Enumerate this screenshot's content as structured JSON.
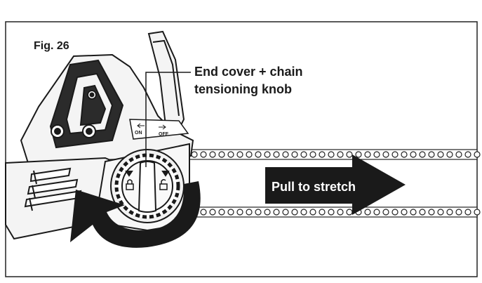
{
  "figure": {
    "label": "Fig. 26",
    "callout_line1": "End cover + chain",
    "callout_line2": "tensioning knob",
    "arrow_label": "Pull to stretch",
    "switch_on": "ON",
    "switch_off": "OFF"
  },
  "colors": {
    "ink": "#1a1a1a",
    "body_grey": "#efefef",
    "paper": "#ffffff"
  },
  "icons": [
    "curved-rotation-arrow-icon",
    "right-arrow-icon",
    "lock-icon",
    "unlock-icon"
  ]
}
